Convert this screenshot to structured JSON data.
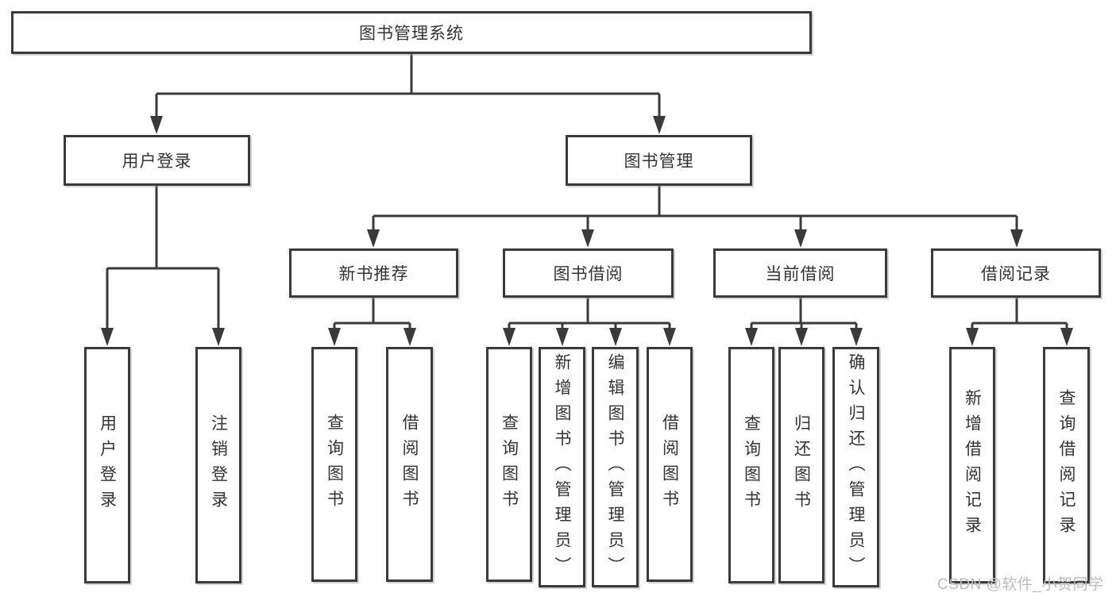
{
  "colors": {
    "background": "#ffffff",
    "line": "#3a3a3a",
    "node_border": "#3a3a3a",
    "node_fill": "#ffffff",
    "text": "#333333",
    "watermark": "#bcbcbc"
  },
  "watermark": {
    "text": "CSDN @软件_小贺同学"
  },
  "tree": {
    "root": "图书管理系统",
    "children": [
      {
        "label": "用户登录",
        "children": [
          "用户登录",
          "注销登录"
        ]
      },
      {
        "label": "图书管理",
        "children": [
          {
            "label": "新书推荐",
            "children": [
              "查询图书",
              "借阅图书"
            ]
          },
          {
            "label": "图书借阅",
            "children": [
              "查询图书",
              "新增图书（管理员）",
              "编辑图书（管理员）",
              "借阅图书"
            ]
          },
          {
            "label": "当前借阅",
            "children": [
              "查询图书",
              "归还图书",
              "确认归还（管理员）"
            ]
          },
          {
            "label": "借阅记录",
            "children": [
              "新增借阅记录",
              "查询借阅记录"
            ]
          }
        ]
      }
    ]
  }
}
